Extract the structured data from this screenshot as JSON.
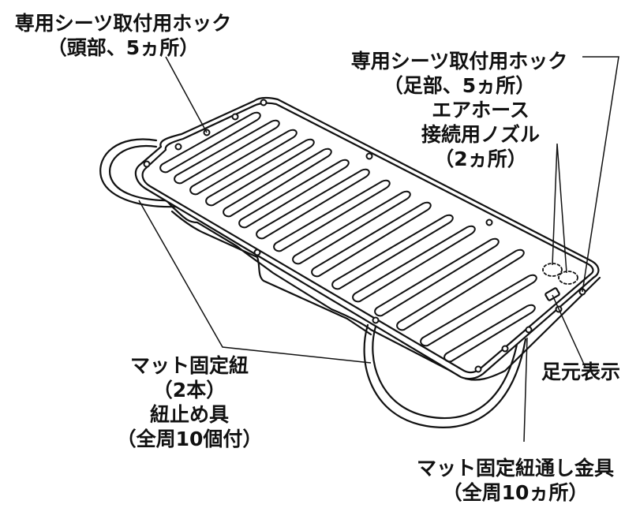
{
  "labels": {
    "head_hooks": {
      "line1": "専用シーツ取付用ホック",
      "line2": "（頭部、5ヵ所）"
    },
    "foot_hooks": {
      "line1": "専用シーツ取付用ホック",
      "line2": "（足部、5ヵ所）"
    },
    "nozzle": {
      "line1": "エアホース",
      "line2": "接続用ノズル",
      "line3": "（2ヵ所）"
    },
    "foot_mark": "足元表示",
    "straps": {
      "line1": "マット固定紐",
      "line2": "（2本）",
      "line3": "紐止め具",
      "line4": "（全周10個付）"
    },
    "strap_fittings": {
      "line1": "マット固定紐通し金具",
      "line2": "（全周10ヵ所）"
    }
  },
  "colors": {
    "line": "#111111",
    "mat_fill": "#ffffff"
  }
}
